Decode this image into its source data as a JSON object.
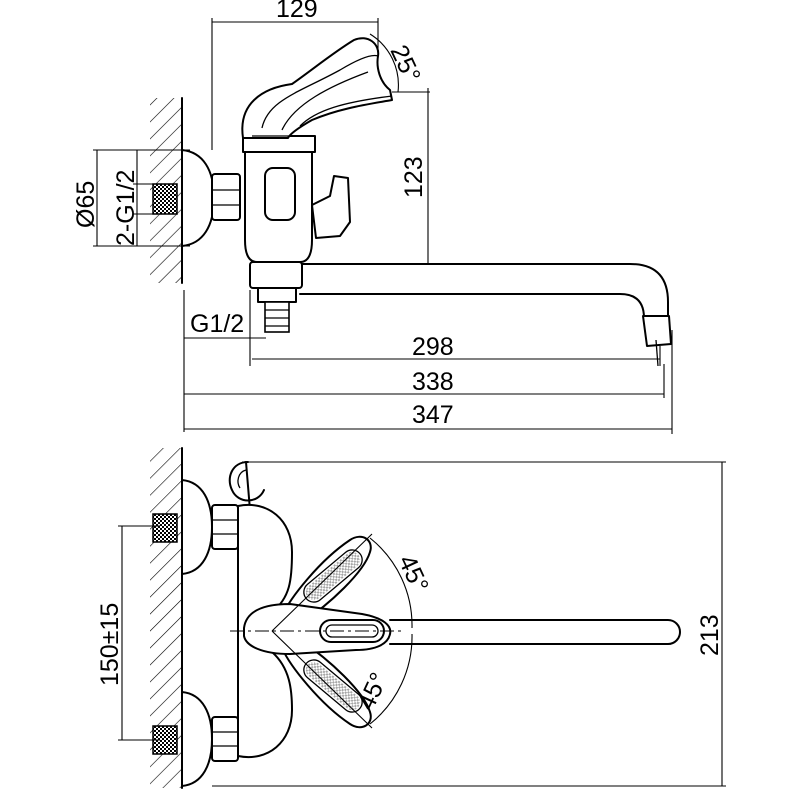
{
  "side_view": {
    "dim_top": "129",
    "dim_angle": "25°",
    "dim_height": "123",
    "dim_diameter": "Ø65",
    "dim_thread_inlet": "2-G1/2",
    "dim_thread_outlet": "G1/2",
    "dim_spout": "298",
    "dim_spout_total": "338",
    "dim_overall": "347"
  },
  "top_view": {
    "dim_angle_upper": "45°",
    "dim_angle_lower": "45°",
    "dim_centers": "150±15",
    "dim_depth": "213"
  }
}
